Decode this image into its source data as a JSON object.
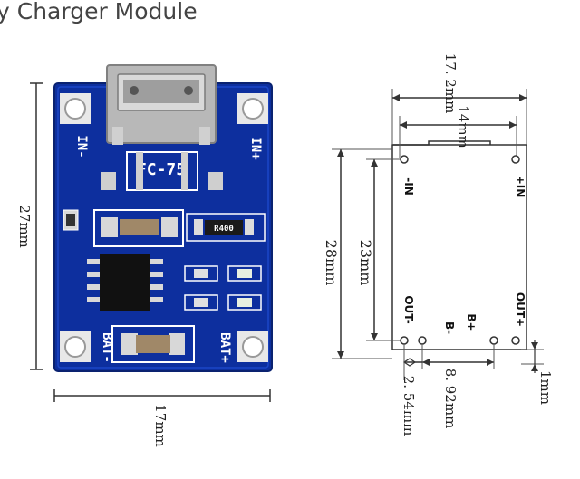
{
  "title": "y Charger Module",
  "photo": {
    "chip_label": "FC-75",
    "pin_in_minus": "IN-",
    "pin_in_plus": "IN+",
    "pin_bat_minus": "BAT-",
    "pin_bat_plus": "BAT+",
    "resistor_label": "R400",
    "height_label": "27mm",
    "width_label": "17mm"
  },
  "drawing": {
    "overall_width": "17. 2mm",
    "inner_width": "14mm",
    "overall_height": "28mm",
    "inner_height": "23mm",
    "pin_in_minus": "-IN",
    "pin_in_plus": "+IN",
    "pin_out_minus": "OUT-",
    "pin_out_plus": "OUT+",
    "pin_b_plus": "B+",
    "pin_b_minus": "B-",
    "pin_spacing": "8. 92mm",
    "pin_pitch": "2. 54mm",
    "edge_offset": "1mm"
  },
  "colors": {
    "pcb": "#0d2f9e",
    "pcb_edge": "#0a2270",
    "hole_ring": "#c9c9c9",
    "usb": "#b8b8b8"
  }
}
